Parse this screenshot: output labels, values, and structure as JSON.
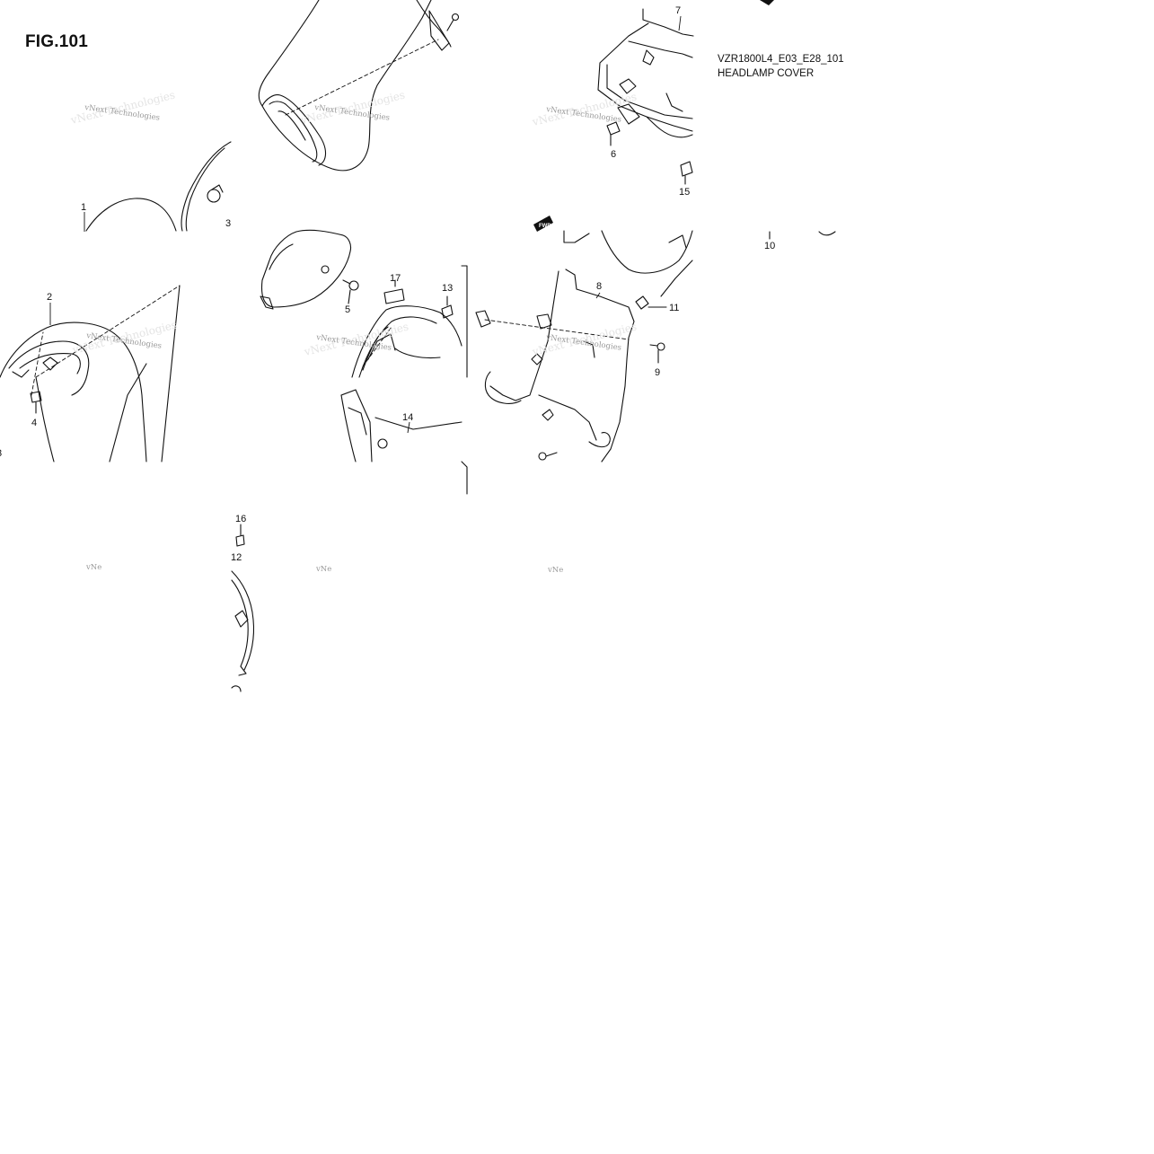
{
  "figure": {
    "title": "FIG.101",
    "model_code": "VZR1800L4_E03_E28_101",
    "diagram_name": "HEADLAMP COVER"
  },
  "callouts": {
    "p1": "1",
    "p2": "2",
    "p3": "3",
    "p3b": "3",
    "p4": "4",
    "p5": "5",
    "p6": "6",
    "p7": "7",
    "p8": "8",
    "p9": "9",
    "p10": "10",
    "p11": "11",
    "p12": "12",
    "p13": "13",
    "p14": "14",
    "p15": "15",
    "p16": "16",
    "p17": "17"
  },
  "watermark": {
    "text": "vNext Technologies",
    "fragment": "vNe"
  },
  "direction_marker": "FWD",
  "colors": {
    "line": "#111111",
    "watermark": "#9a9a9a",
    "background": "#ffffff"
  }
}
